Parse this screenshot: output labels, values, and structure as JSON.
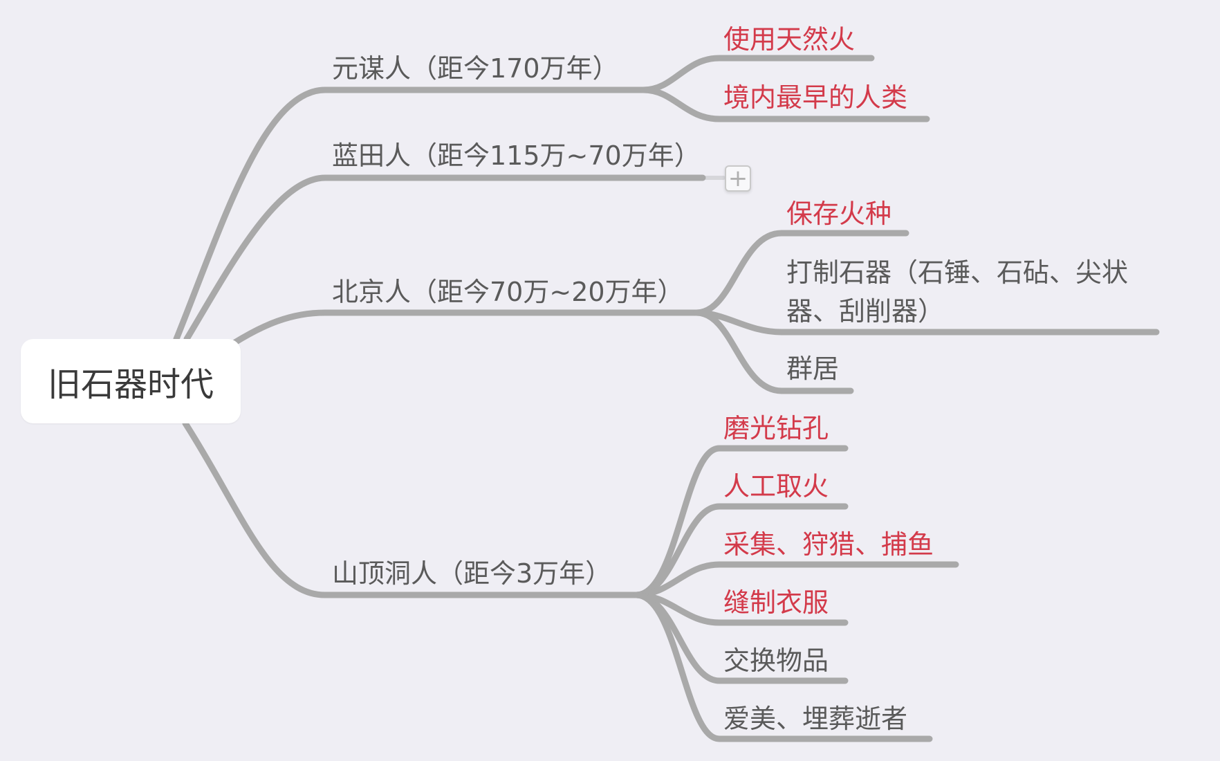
{
  "root": {
    "label": "旧石器时代"
  },
  "branches": [
    {
      "label": "元谋人（距今170万年）",
      "children": [
        {
          "label": "使用天然火",
          "color": "red"
        },
        {
          "label": "境内最早的人类",
          "color": "red"
        }
      ]
    },
    {
      "label": "蓝田人（距今115万~70万年）",
      "collapsed": true,
      "collapse_icon": "plus-icon",
      "collapse_symbol": "+"
    },
    {
      "label": "北京人（距今70万~20万年）",
      "children": [
        {
          "label": "保存火种",
          "color": "red"
        },
        {
          "label": "打制石器（石锤、石砧、尖状器、刮削器）",
          "color": "gray"
        },
        {
          "label": "群居",
          "color": "gray"
        }
      ]
    },
    {
      "label": "山顶洞人（距今3万年）",
      "children": [
        {
          "label": "磨光钻孔",
          "color": "red"
        },
        {
          "label": "人工取火",
          "color": "red"
        },
        {
          "label": "采集、狩猎、捕鱼",
          "color": "red"
        },
        {
          "label": "缝制衣服",
          "color": "red"
        },
        {
          "label": "交换物品",
          "color": "gray"
        },
        {
          "label": "爱美、埋葬逝者",
          "color": "gray"
        }
      ]
    }
  ],
  "colors": {
    "background": "#efeef4",
    "edge": "#a9a9a9",
    "highlight_text": "#d33a4a",
    "normal_text": "#5a5a5a",
    "root_bg": "#ffffff"
  }
}
